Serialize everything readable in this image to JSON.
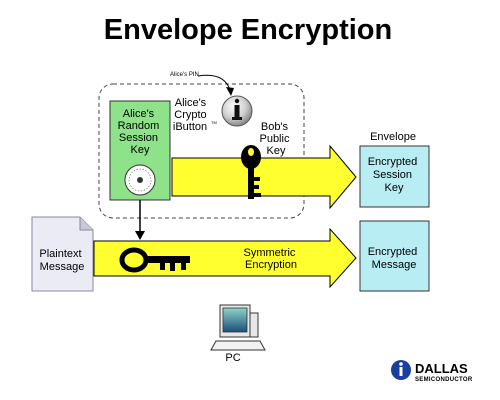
{
  "title": "Envelope Encryption",
  "pin_label": "Alice's PIN",
  "session_key": {
    "lines": [
      "Alice's",
      "Random",
      "Session",
      "Key"
    ],
    "fill": "#8ee28a"
  },
  "crypto_ibutton": {
    "lines": [
      "Alice's",
      "Crypto",
      "iButton"
    ],
    "trademark": "TM"
  },
  "public_key": {
    "lines": [
      "Bob's",
      "Public",
      "Key"
    ]
  },
  "envelope_label": "Envelope",
  "encrypted_session_key": {
    "lines": [
      "Encrypted",
      "Session",
      "Key"
    ],
    "fill": "#b8eef3"
  },
  "plaintext": {
    "lines": [
      "Plaintext",
      "Message"
    ]
  },
  "symmetric": {
    "lines": [
      "Symmetric",
      "Encryption"
    ]
  },
  "encrypted_message": {
    "lines": [
      "Encrypted",
      "Message"
    ],
    "fill": "#b8eef3"
  },
  "pc_label": "PC",
  "logo": {
    "icon": "i-button-logo-icon",
    "name": "DALLAS",
    "sub": "SEMICONDUCTOR"
  },
  "arrow_fill": "#ffff30"
}
